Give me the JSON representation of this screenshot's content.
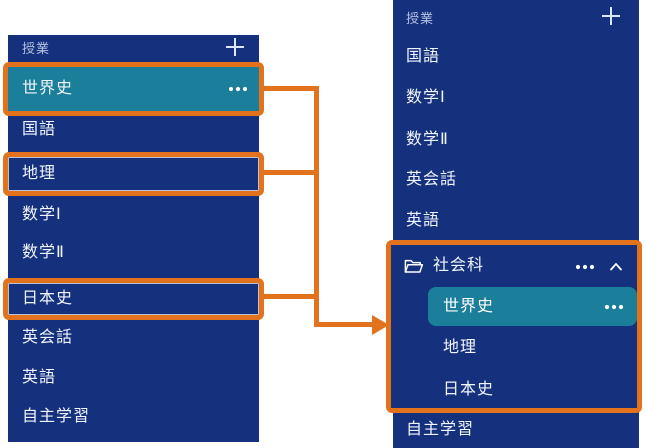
{
  "left_panel": {
    "header": {
      "title": "授業",
      "add_icon": "plus-icon"
    },
    "items": [
      {
        "label": "世界史",
        "selected": true,
        "highlighted": true,
        "more_icon": "more-options-icon"
      },
      {
        "label": "国語",
        "selected": false,
        "highlighted": false
      },
      {
        "label": "地理",
        "selected": false,
        "highlighted": true
      },
      {
        "label": "数学Ⅰ",
        "selected": false,
        "highlighted": false
      },
      {
        "label": "数学Ⅱ",
        "selected": false,
        "highlighted": false
      },
      {
        "label": "日本史",
        "selected": false,
        "highlighted": true
      },
      {
        "label": "英会話",
        "selected": false,
        "highlighted": false
      },
      {
        "label": "英語",
        "selected": false,
        "highlighted": false
      },
      {
        "label": "自主学習",
        "selected": false,
        "highlighted": false
      }
    ]
  },
  "right_panel": {
    "header": {
      "title": "授業",
      "add_icon": "plus-icon"
    },
    "items": [
      {
        "label": "国語"
      },
      {
        "label": "数学Ⅰ"
      },
      {
        "label": "数学Ⅱ"
      },
      {
        "label": "英会話"
      },
      {
        "label": "英語"
      }
    ],
    "group": {
      "label": "社会科",
      "highlighted": true,
      "folder_icon": "folder-icon",
      "more_icon": "more-options-icon",
      "collapse_icon": "chevron-up-icon",
      "children": [
        {
          "label": "世界史",
          "selected": true,
          "more_icon": "more-options-icon"
        },
        {
          "label": "地理",
          "selected": false
        },
        {
          "label": "日本史",
          "selected": false
        }
      ]
    },
    "footer_item": {
      "label": "自主学習"
    }
  },
  "annotation": {
    "highlight_color": "#e2731c",
    "connected_items": [
      "世界史",
      "地理",
      "日本史"
    ],
    "arrow_target": "社会科グループ"
  },
  "colors": {
    "panel_bg": "#15317e",
    "selected_bg": "#1b7e9b",
    "highlight_border": "#e2731c",
    "text": "#f2f5fc",
    "header_text": "#b4c0e2"
  }
}
